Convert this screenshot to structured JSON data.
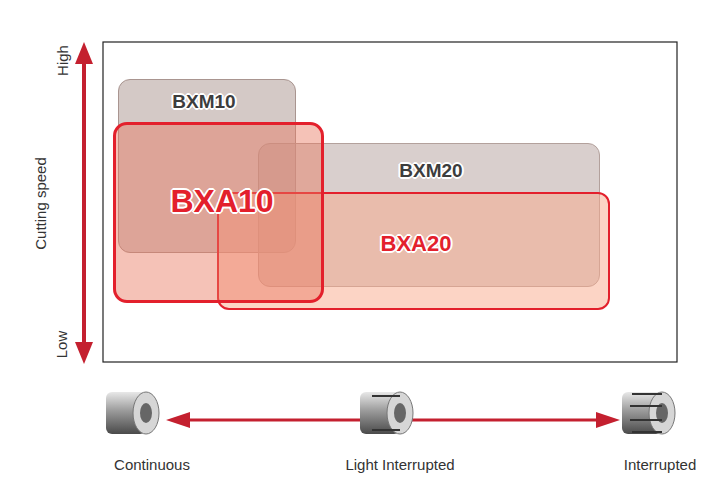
{
  "diagram": {
    "nodes": [
      {
        "text": [
          "BXM10"
        ]
      },
      {
        "text": [
          "BXA10"
        ]
      },
      {
        "text": [
          "BXM20"
        ]
      },
      {
        "text": [
          "BXA20"
        ]
      }
    ],
    "labels": [
      "High",
      "Cutting speed",
      "Low",
      "Continuous",
      "Light Interrupted",
      "Interrupted"
    ]
  }
}
